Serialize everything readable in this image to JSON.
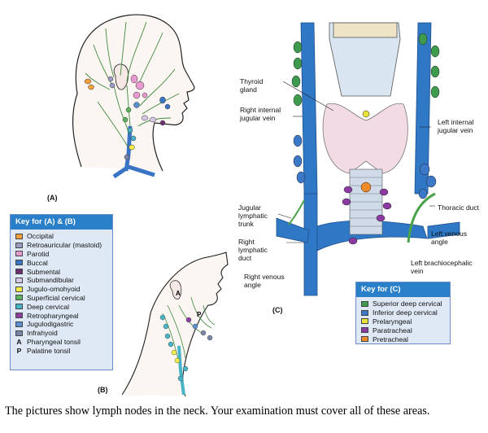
{
  "panels": {
    "a_label": "(A)",
    "b_label": "(B)",
    "c_label": "(C)"
  },
  "key_ab": {
    "title": "Key for (A) & (B)",
    "items": [
      {
        "type": "swatch",
        "color": "#f2a03d",
        "label": "Occipital"
      },
      {
        "type": "swatch",
        "color": "#9b9bc4",
        "label": "Retroauricular (mastoid)"
      },
      {
        "type": "swatch",
        "color": "#e69ad0",
        "label": "Parotid"
      },
      {
        "type": "swatch",
        "color": "#3a74c4",
        "label": "Buccal"
      },
      {
        "type": "swatch",
        "color": "#6b3070",
        "label": "Submental"
      },
      {
        "type": "swatch",
        "color": "#d3c9e6",
        "label": "Submandibular"
      },
      {
        "type": "swatch",
        "color": "#f2ec4a",
        "label": "Jugulo-omohyoid"
      },
      {
        "type": "swatch",
        "color": "#5db35d",
        "label": "Superficial cervical"
      },
      {
        "type": "swatch",
        "color": "#49b3c8",
        "label": "Deep cervical"
      },
      {
        "type": "swatch",
        "color": "#8b3ea0",
        "label": "Retropharyngeal"
      },
      {
        "type": "swatch",
        "color": "#5a8fd0",
        "label": "Jugulodigastric"
      },
      {
        "type": "swatch",
        "color": "#7a86a8",
        "label": "Infrahyoid"
      },
      {
        "type": "letter",
        "letter": "A",
        "label": "Pharyngeal tonsil"
      },
      {
        "type": "letter",
        "letter": "P",
        "label": "Palatine tonsil"
      }
    ]
  },
  "key_c": {
    "title": "Key for (C)",
    "items": [
      {
        "color": "#3e9a4c",
        "label": "Superior deep cervical"
      },
      {
        "color": "#3b78c8",
        "label": "Inferior deep cervical"
      },
      {
        "color": "#e9e23a",
        "label": "Prelaryngeal"
      },
      {
        "color": "#8a3aa0",
        "label": "Paratracheal"
      },
      {
        "color": "#ee8a2a",
        "label": "Pretracheal"
      }
    ]
  },
  "labels_c": {
    "thyroid": "Thyroid\ngland",
    "right_ijv": "Right internal\njugular vein",
    "left_ijv": "Left internal\njugular vein",
    "thoracic_duct": "Thoracic duct",
    "jugular_trunk": "Jugular\nlymphatic\ntrunk",
    "right_duct": "Right\nlymphatic\nduct",
    "left_venous_angle": "Left venous\nangle",
    "right_venous_angle": "Right venous\nangle",
    "left_brachio": "Left  brachiocephalic\nvein"
  },
  "caption": "The pictures show lymph nodes in the neck. Your examination must cover all of these areas."
}
